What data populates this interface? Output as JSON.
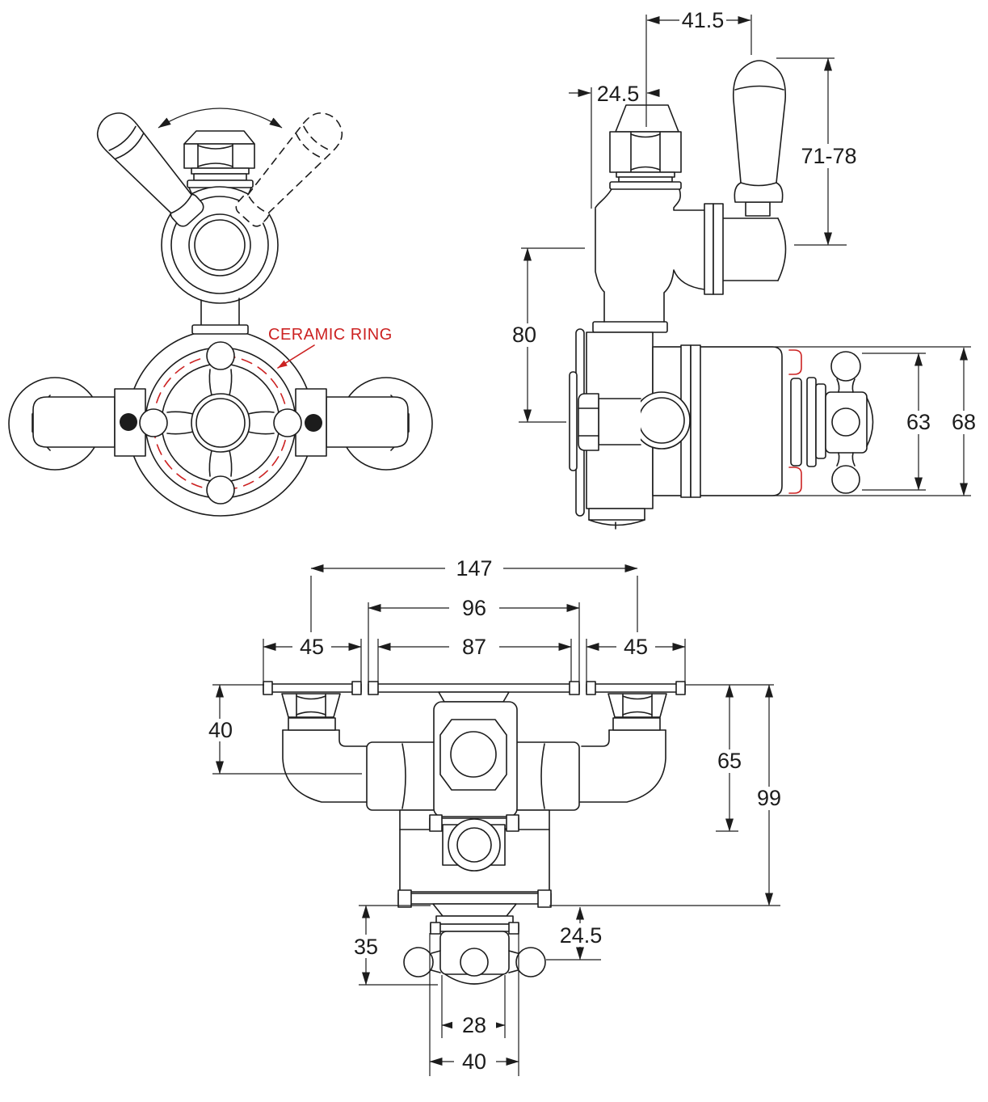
{
  "colors": {
    "background": "#ffffff",
    "line": "#1c1c1c",
    "accent_red": "#cc2222"
  },
  "front_view": {
    "annotation": "CERAMIC RING"
  },
  "side_view": {
    "dims": {
      "lever_offset": "41.5",
      "body_to_centre": "24.5",
      "lever_height": "71-78",
      "port_spacing": "80",
      "handle_span": "63",
      "body_height": "68"
    }
  },
  "plan_view": {
    "dims": {
      "union_centres": "147",
      "backplate_width": "96",
      "body_width": "87",
      "left_plate_width": "45",
      "right_plate_width": "45",
      "elbow_drop": "40",
      "body_depth": "65",
      "overall_depth": "99",
      "handle_drop": "35",
      "handle_offset": "24.5",
      "hub_width": "28",
      "handle_plate_width": "40"
    }
  }
}
